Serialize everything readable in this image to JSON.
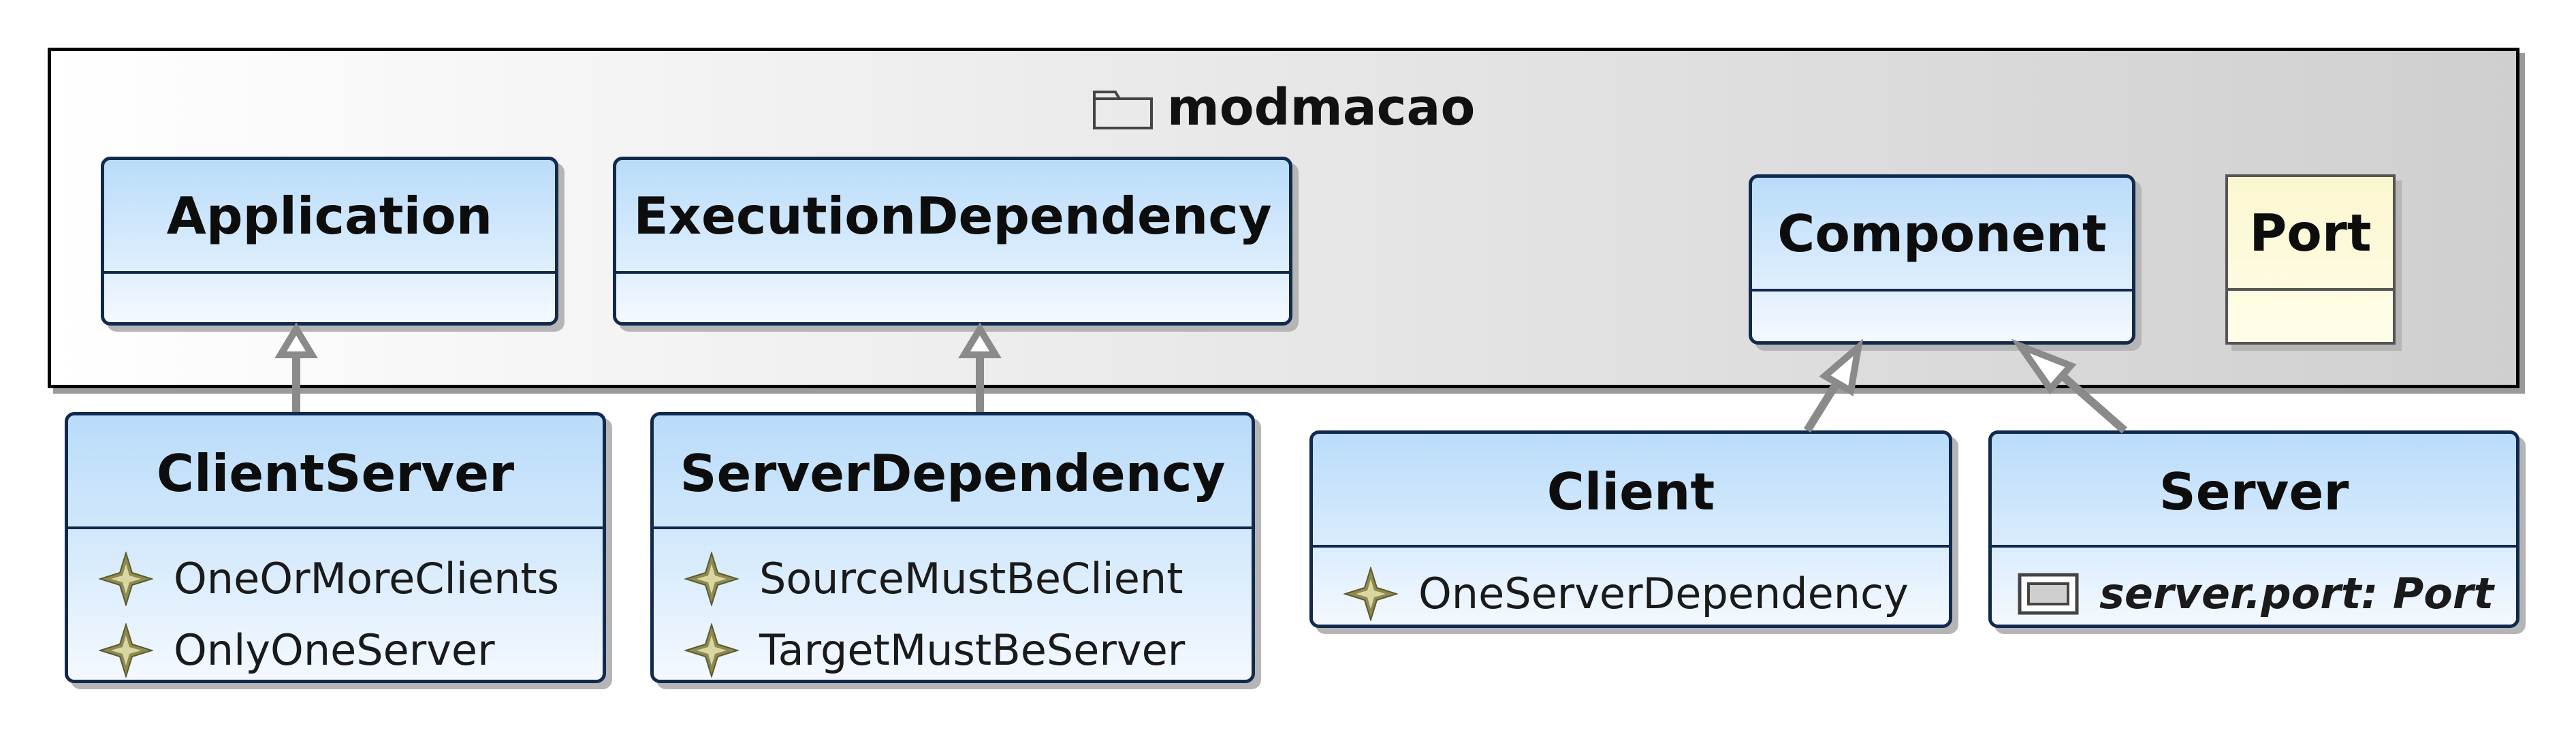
{
  "package": {
    "name": "modmacao",
    "icon": "folder-icon"
  },
  "classes": {
    "application": {
      "name": "Application"
    },
    "execution_dependency": {
      "name": "ExecutionDependency"
    },
    "component": {
      "name": "Component"
    },
    "port": {
      "name": "Port"
    },
    "client_server": {
      "name": "ClientServer",
      "constraints": [
        "OneOrMoreClients",
        "OnlyOneServer"
      ]
    },
    "server_dependency": {
      "name": "ServerDependency",
      "constraints": [
        "SourceMustBeClient",
        "TargetMustBeServer"
      ]
    },
    "client": {
      "name": "Client",
      "constraints": [
        "OneServerDependency"
      ]
    },
    "server": {
      "name": "Server",
      "references": [
        "server.port: Port"
      ]
    }
  },
  "generalizations": [
    {
      "from": "ClientServer",
      "to": "Application"
    },
    {
      "from": "ServerDependency",
      "to": "ExecutionDependency"
    },
    {
      "from": "Client",
      "to": "Component"
    },
    {
      "from": "Server",
      "to": "Component"
    }
  ],
  "colors": {
    "class_fill_top": "#b9dcfa",
    "class_fill_bottom": "#f4f9ff",
    "class_border": "#12294e",
    "port_fill": "#fbf7d0",
    "constraint_icon": "#8c8a52",
    "arrow": "#8a8a8a"
  }
}
